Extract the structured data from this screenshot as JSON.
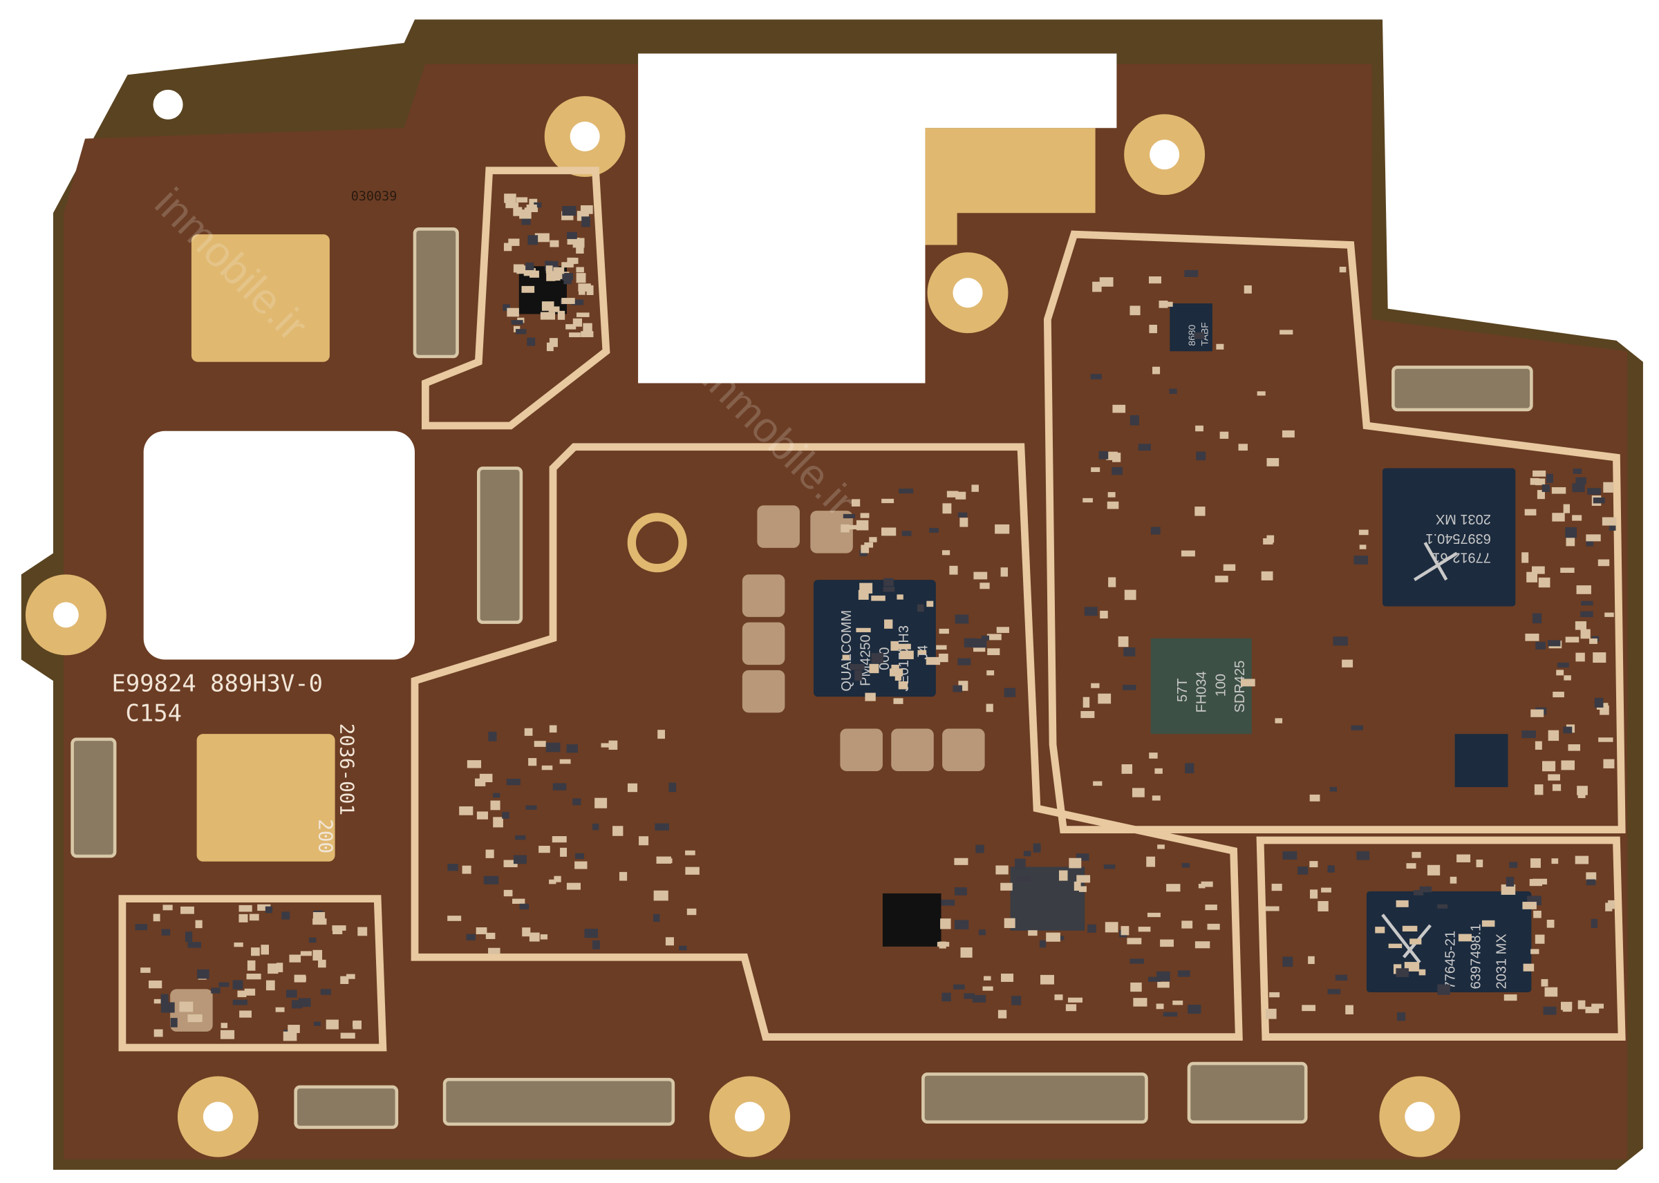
{
  "board": {
    "silkscreen": {
      "top_code": "030039",
      "ul_code": "E99824 889H3V-0",
      "cap_label": "C154",
      "rotated_code": "2036-001",
      "rotated_code2": "200"
    },
    "chips": {
      "pmic": [
        "QUALCOMM",
        "PM4250",
        "000",
        "JE017XH3",
        "J4"
      ],
      "transceiver": [
        "SDR425",
        "100",
        "FH034",
        "57T"
      ],
      "skyworks_top": [
        "77912-61",
        "6397540.1",
        "2031 MX"
      ],
      "skyworks_bottom": [
        "77645-21",
        "6397498.1",
        "2031 MX"
      ],
      "small_ic": [
        "8680",
        "TABF"
      ]
    },
    "watermark": "inmobile.ir",
    "colors": {
      "board": "#6b3d24",
      "board_edge": "#5a4320",
      "shield": "#e8c9a0",
      "gold": "#e0b870",
      "chip": "#1c2b3e",
      "sdr": "#3d5045"
    }
  }
}
